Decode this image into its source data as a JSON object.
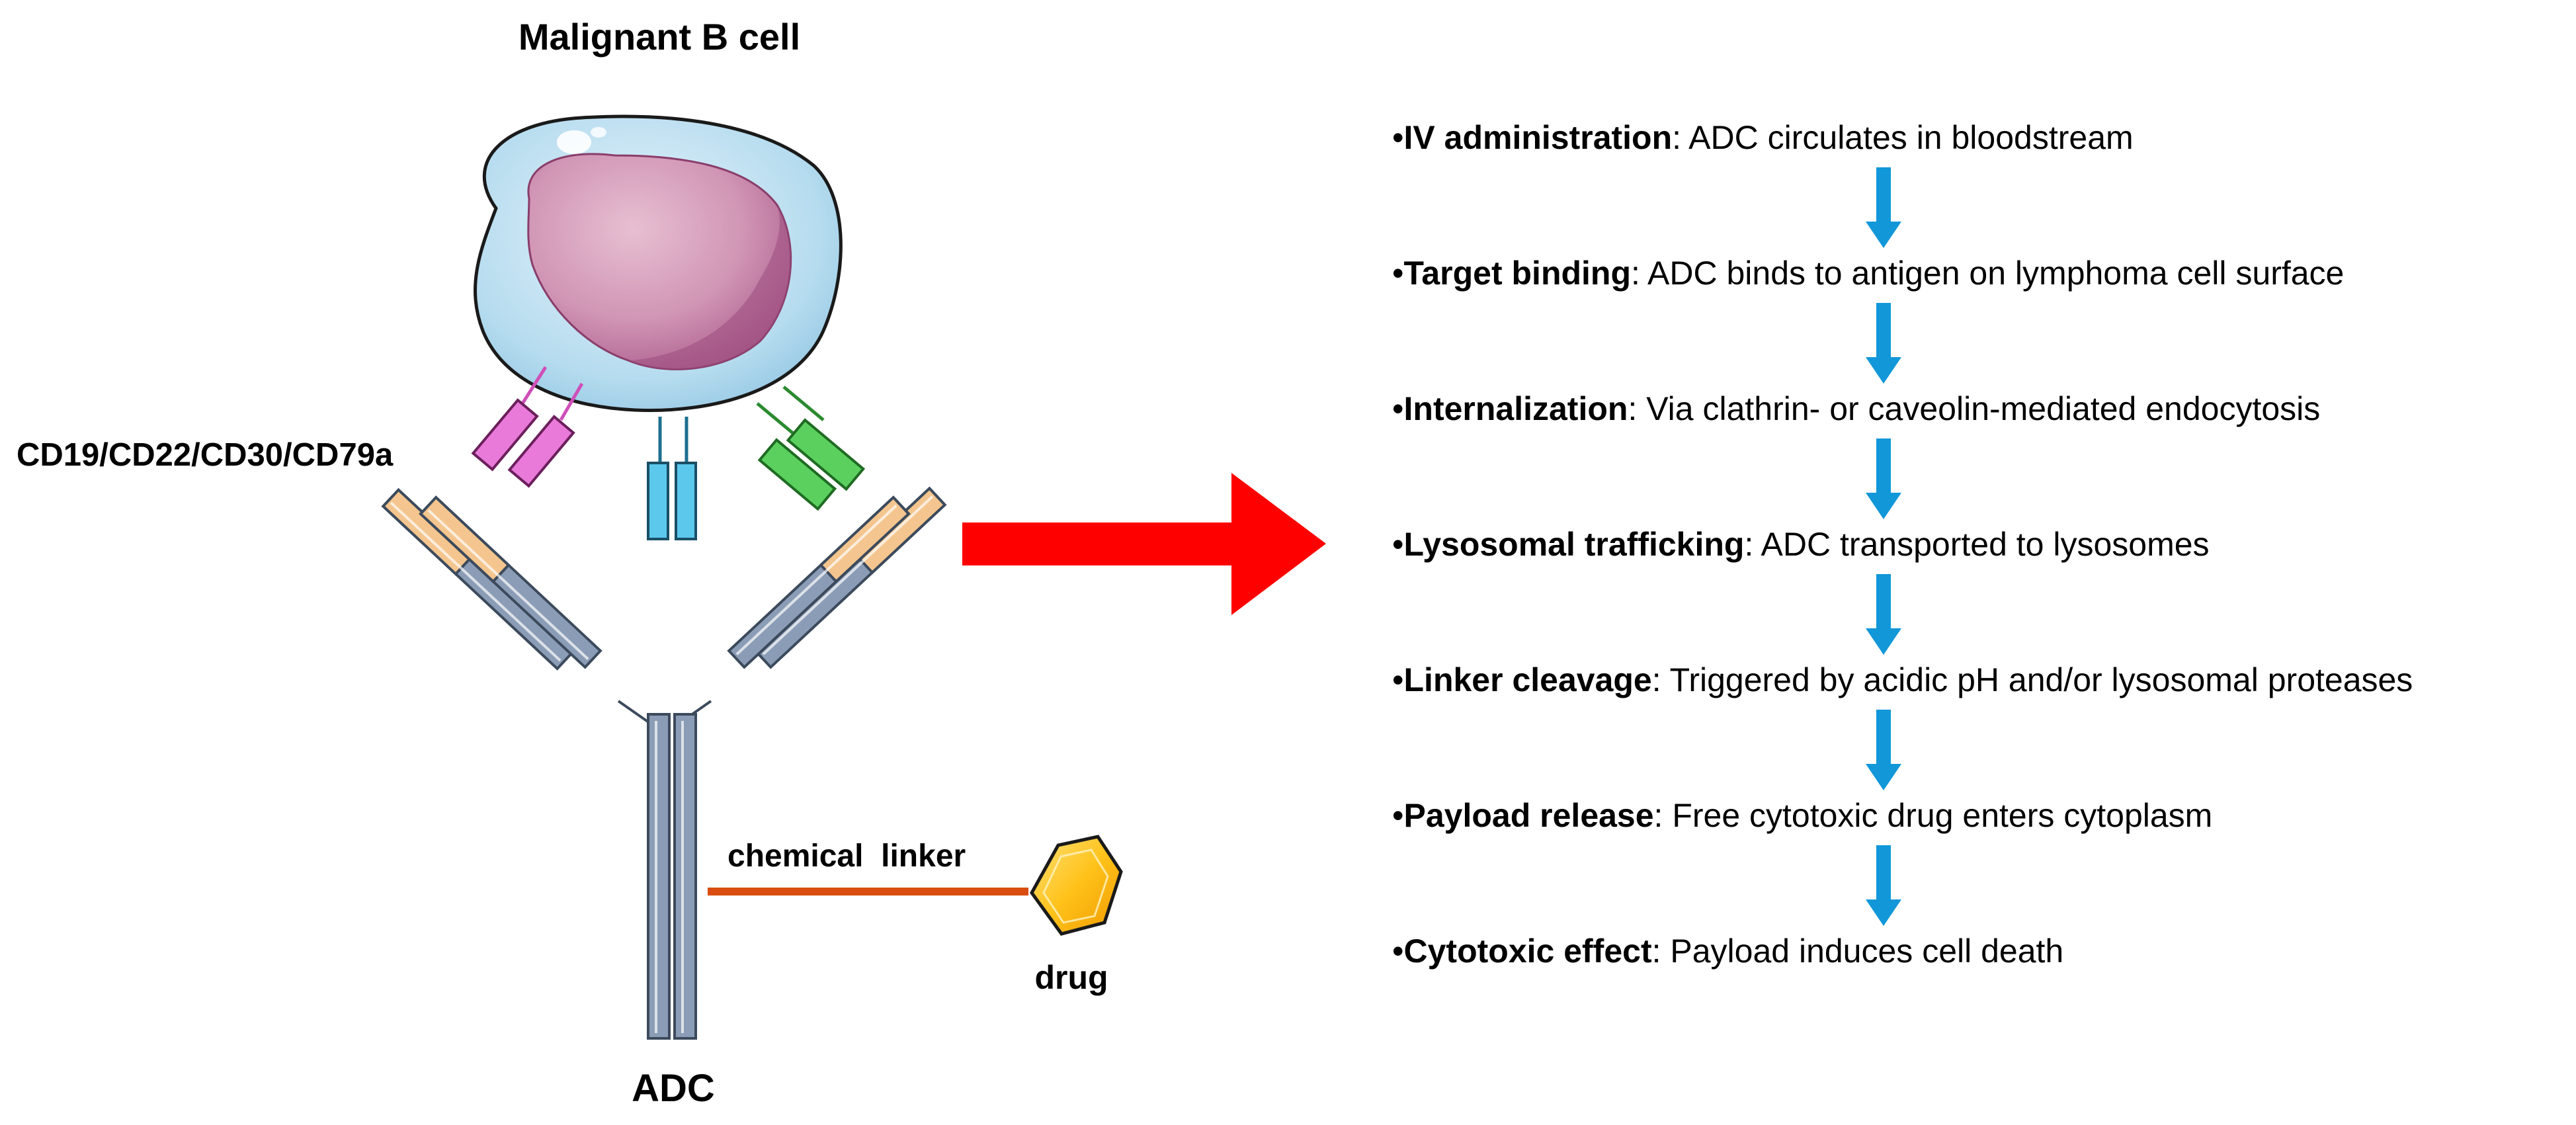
{
  "cell_label": "Malignant B cell",
  "antigen_label": "CD19/CD22/CD30/CD79a",
  "linker_label": "chemical  linker",
  "drug_label": "drug",
  "adc_label": "ADC",
  "colors": {
    "cell_outer": "#a9d3ea",
    "cell_nucleus": "#c77aa0",
    "receptor_pink": "#e97ad9",
    "receptor_blue": "#5cc8ec",
    "receptor_green": "#5bd05f",
    "antibody_steel": "#8b9db6",
    "antibody_tan": "#f4c58e",
    "linker": "#d94e10",
    "drug": "#f5b400",
    "big_arrow": "#ff0000",
    "step_arrow": "#1297d9"
  },
  "steps": [
    {
      "bullet": "•",
      "title": "IV administration",
      "text": ": ADC circulates in bloodstream"
    },
    {
      "bullet": "•",
      "title": "Target binding",
      "text": ": ADC binds to antigen on lymphoma cell surface"
    },
    {
      "bullet": "•",
      "title": "Internalization",
      "text": ": Via clathrin- or caveolin-mediated endocytosis"
    },
    {
      "bullet": "•",
      "title": "Lysosomal trafficking",
      "text": ": ADC transported to lysosomes"
    },
    {
      "bullet": "•",
      "title": "Linker cleavage",
      "text": ": Triggered by acidic pH and/or lysosomal proteases"
    },
    {
      "bullet": "•",
      "title": "Payload release",
      "text": ": Free cytotoxic drug enters cytoplasm"
    },
    {
      "bullet": "•",
      "title": "Cytotoxic effect",
      "text": ": Payload induces cell death"
    }
  ]
}
